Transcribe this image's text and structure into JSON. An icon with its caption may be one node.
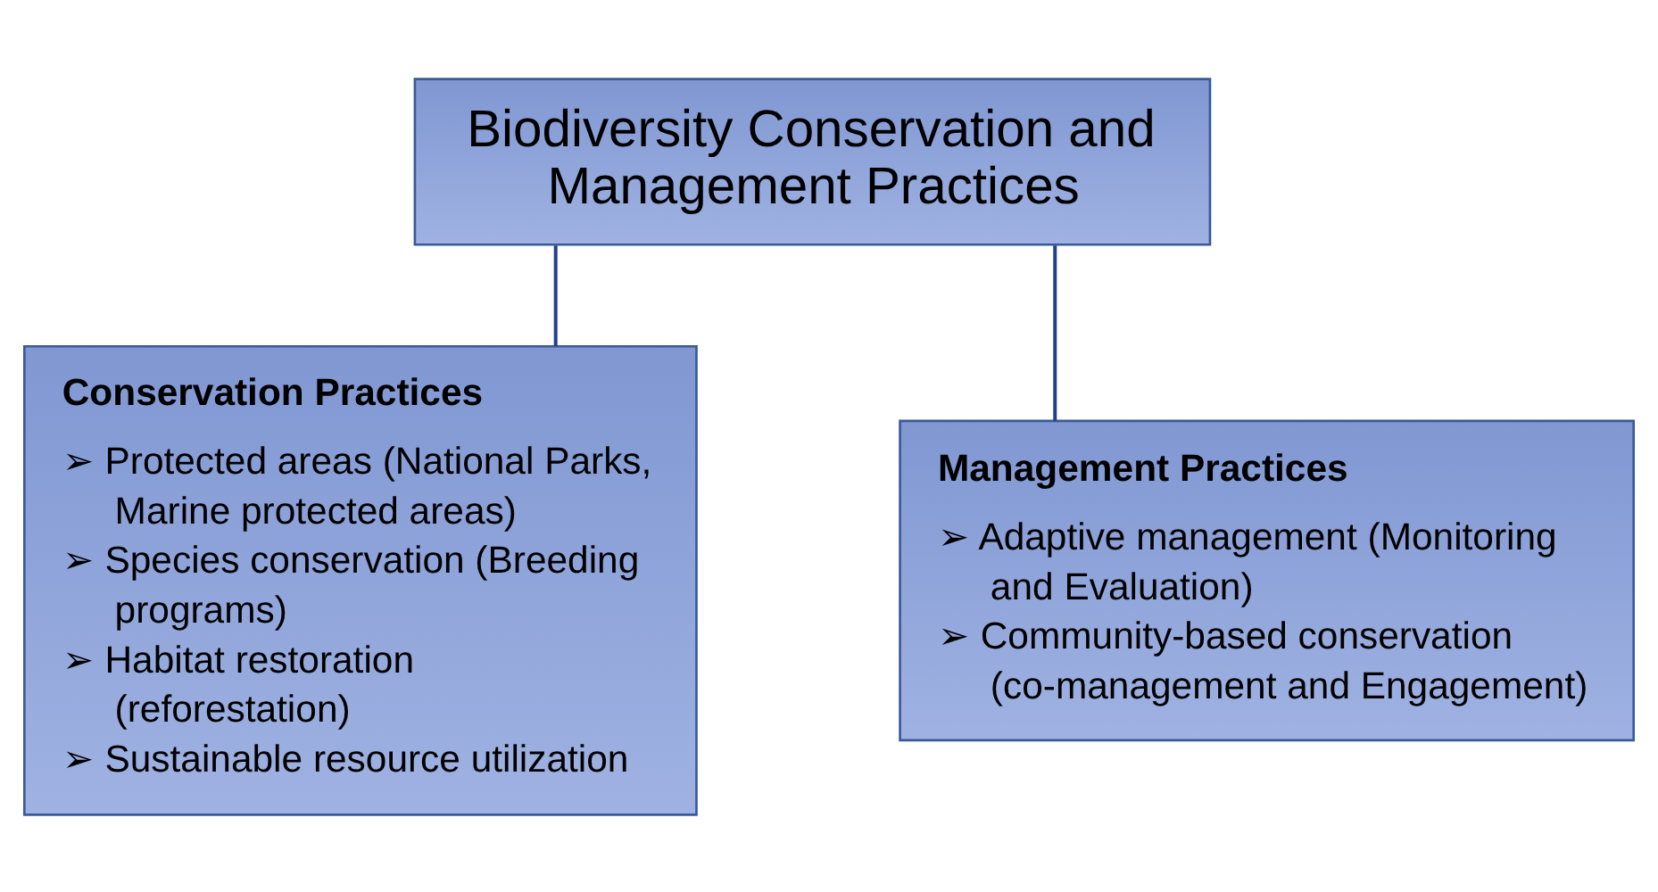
{
  "diagram": {
    "nodes": [
      {
        "text": [
          "Biodiversity Conservation and Management Practices"
        ]
      },
      {
        "text": [
          "Conservation Practices",
          "➢ Protected areas (National Parks, Marine protected areas)",
          "➢ Species conservation (Breeding programs)",
          "➢ Habitat restoration (reforestation)",
          "➢ Sustainable resource utilization"
        ]
      },
      {
        "text": [
          "Management Practices",
          "➢ Adaptive management (Monitoring and Evaluation)",
          "➢ Community-based conservation (co-management and Engagement)"
        ]
      }
    ],
    "edges": [
      {
        "from": 0,
        "to": 1,
        "arrow": "none"
      },
      {
        "from": 0,
        "to": 2,
        "arrow": "none"
      }
    ]
  }
}
